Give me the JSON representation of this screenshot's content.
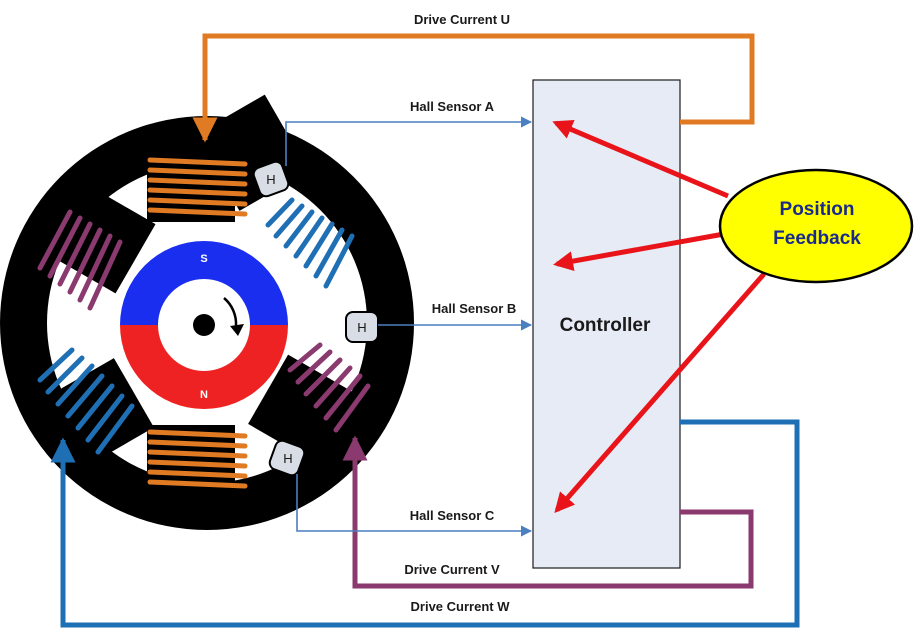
{
  "labels": {
    "drive_u": "Drive Current U",
    "drive_v": "Drive Current V",
    "drive_w": "Drive Current W",
    "hall_a": "Hall Sensor A",
    "hall_b": "Hall Sensor B",
    "hall_c": "Hall Sensor C",
    "controller": "Controller",
    "position_line1": "Position",
    "position_line2": "Feedback",
    "north": "N",
    "south": "S",
    "hall_letter": "H"
  },
  "colors": {
    "drive_u": "#e07b24",
    "drive_v": "#8a3a6e",
    "drive_w": "#1f6fb5",
    "hall_signal": "#4a7fc0",
    "feedback_arrow": "#e8141a",
    "position_fill": "#ffff00",
    "controller_fill": "#e6ebf5",
    "rotor_south": "#1a2ef0",
    "rotor_north": "#ee2222",
    "stator": "#000000"
  }
}
